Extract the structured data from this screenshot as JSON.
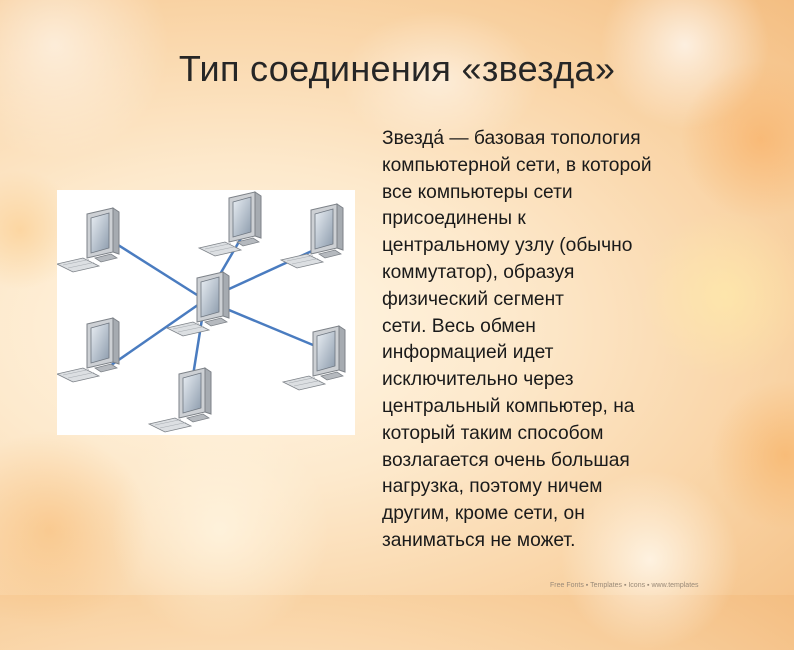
{
  "slide": {
    "title": "Тип соединения «звезда»",
    "body_lines": [
      "Звезда́ — базовая топология",
      "компьютерной сети, в которой",
      "все компьютеры сети",
      "присоединены к",
      "центральному узлу (обычно",
      "коммутатор), образуя",
      "физический сегмент",
      "сети. Весь обмен",
      "информацией идет",
      "исключительно через",
      "центральный компьютер, на",
      "который таким способом",
      "возлагается очень большая",
      "нагрузка, поэтому ничем",
      "другим, кроме сети, он",
      "заниматься не может."
    ],
    "footer": "Free Fonts ▪ Templates ▪ Icons ▪ www.templates"
  },
  "figure": {
    "icons": [
      "computer-icon",
      "keyboard-icon"
    ],
    "colors": {
      "link": "#4a7cc0",
      "monitor": "#c9ccd0",
      "screen": "#9aa8b8",
      "keyboard": "#d7dadd"
    }
  }
}
